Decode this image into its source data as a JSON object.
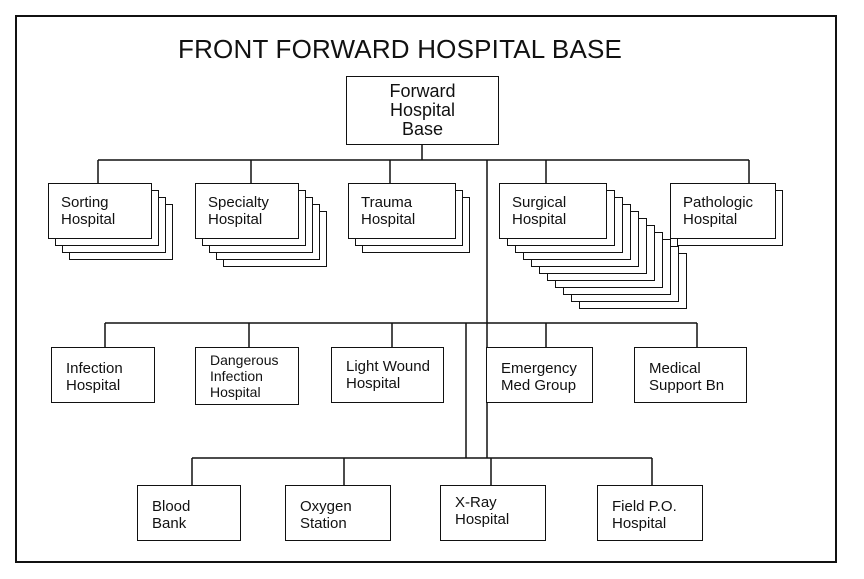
{
  "title": "FRONT FORWARD HOSPITAL BASE",
  "root": {
    "label": "Forward\nHospital\nBase"
  },
  "tier1": [
    {
      "key": "sorting",
      "label": "Sorting\nHospital",
      "stack": 3
    },
    {
      "key": "specialty",
      "label": "Specialty\nHospital",
      "stack": 4
    },
    {
      "key": "trauma",
      "label": "Trauma\nHospital",
      "stack": 2
    },
    {
      "key": "surgical",
      "label": "Surgical\nHospital",
      "stack": 10
    },
    {
      "key": "pathologic",
      "label": "Pathologic\nHospital",
      "stack": 1
    }
  ],
  "tier2": [
    {
      "key": "infection",
      "label": "Infection\nHospital"
    },
    {
      "key": "dangerous-infection",
      "label": "Dangerous\nInfection\nHospital"
    },
    {
      "key": "light-wound",
      "label": "Light Wound\nHospital"
    },
    {
      "key": "emergency-med",
      "label": "Emergency\nMed Group"
    },
    {
      "key": "medical-support",
      "label": "Medical\nSupport Bn"
    }
  ],
  "tier3": [
    {
      "key": "blood-bank",
      "label": "Blood\nBank"
    },
    {
      "key": "oxygen-station",
      "label": "Oxygen\nStation"
    },
    {
      "key": "x-ray",
      "label": "X-Ray\nHospital"
    },
    {
      "key": "field-po",
      "label": "Field P.O.\nHospital"
    }
  ]
}
